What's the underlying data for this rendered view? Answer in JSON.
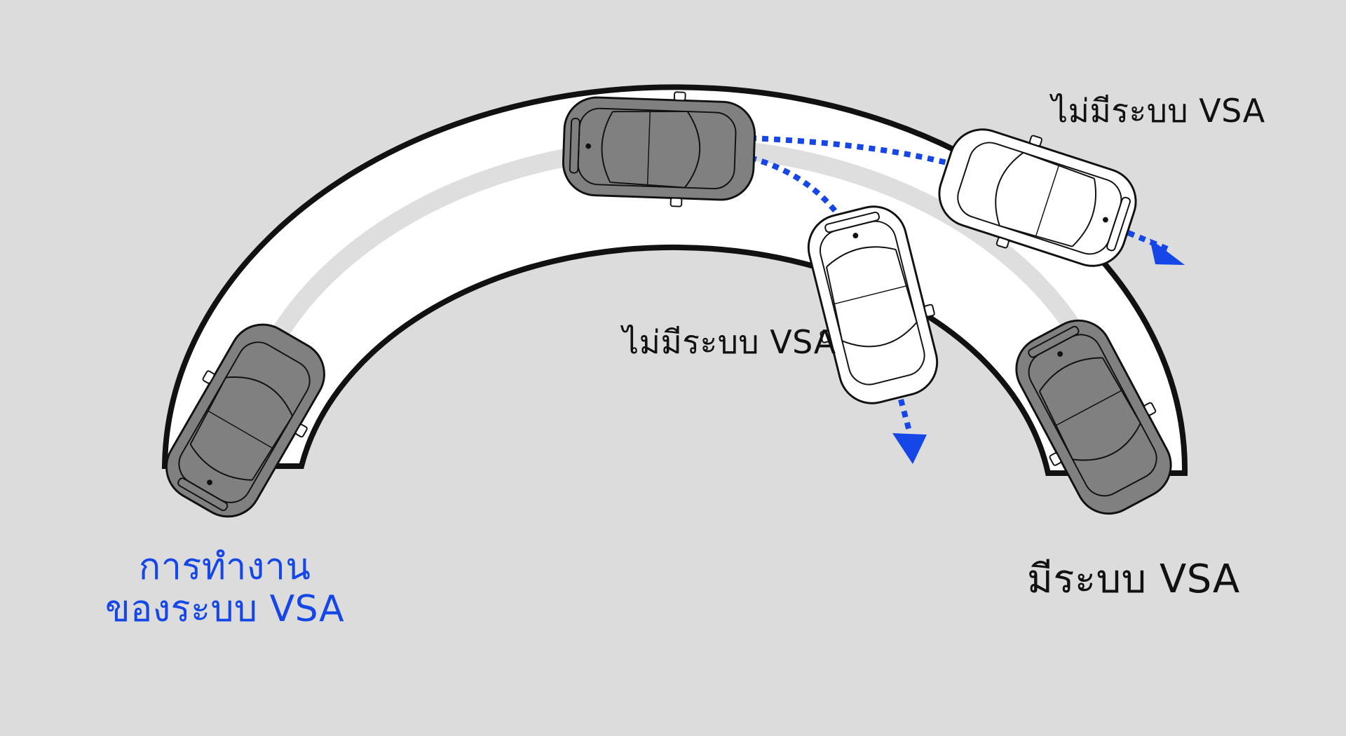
{
  "diagram": {
    "title_lines": [
      "การทำงาน",
      "ของระบบ VSA"
    ],
    "labels": {
      "with_vsa": "มีระบบ VSA",
      "without_vsa_top": "ไม่มีระบบ VSA",
      "without_vsa_mid": "ไม่มีระบบ VSA"
    }
  },
  "colors": {
    "background": "#dcdcdc",
    "road_surface": "#ffffff",
    "road_edge": "#111111",
    "lane_band": "#dedede",
    "car_with_vsa": "#808080",
    "car_without_vsa": "#ffffff",
    "path_arrow": "#1446e8",
    "title_text": "#1446e8",
    "label_text": "#111111"
  },
  "cars": [
    {
      "id": "car-entry",
      "role": "with-vsa",
      "icon": "car-top-view-icon"
    },
    {
      "id": "car-apex",
      "role": "with-vsa",
      "icon": "car-top-view-icon"
    },
    {
      "id": "car-exit",
      "role": "with-vsa",
      "icon": "car-top-view-icon"
    },
    {
      "id": "car-understeer",
      "role": "without-vsa",
      "icon": "car-top-view-icon"
    },
    {
      "id": "car-oversteer",
      "role": "without-vsa",
      "icon": "car-top-view-icon"
    }
  ]
}
